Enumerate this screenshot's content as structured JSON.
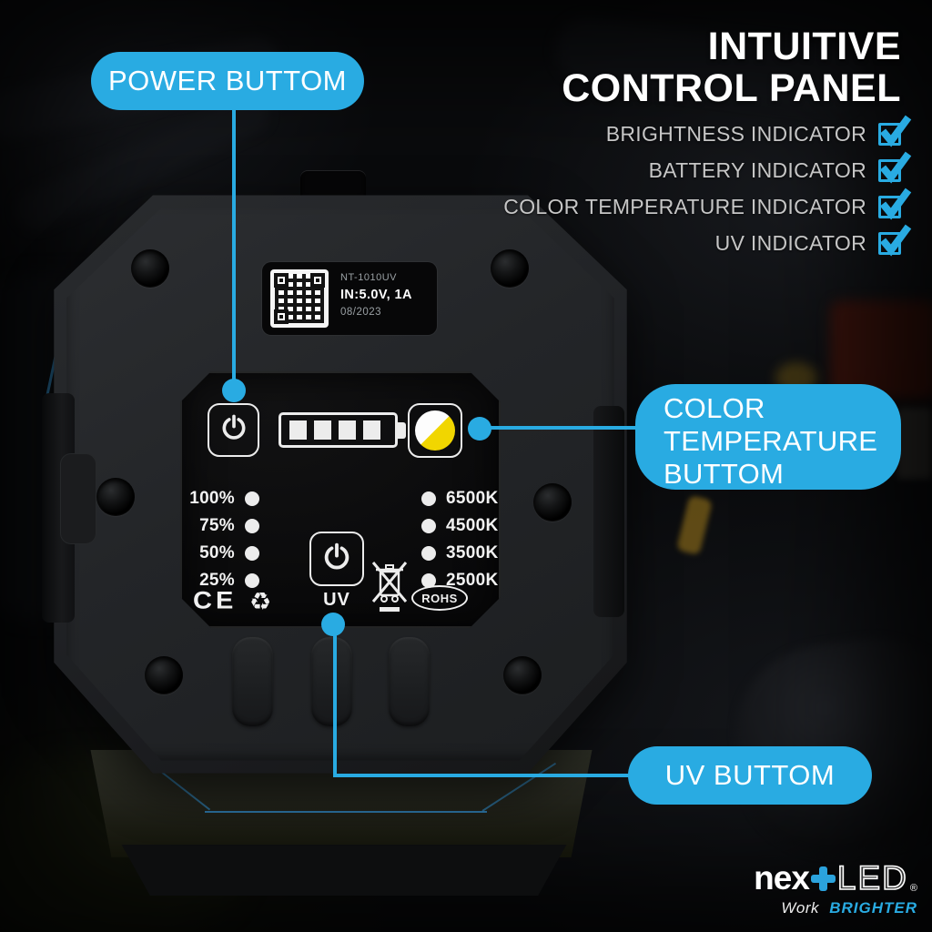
{
  "colors": {
    "accent": "#29abe2",
    "button_yellow": "#f1d600"
  },
  "heading": {
    "line1": "INTUITIVE",
    "line2": "CONTROL PANEL"
  },
  "features": [
    {
      "label": "BRIGHTNESS INDICATOR",
      "checked": true
    },
    {
      "label": "BATTERY INDICATOR",
      "checked": true
    },
    {
      "label": "COLOR TEMPERATURE INDICATOR",
      "checked": true
    },
    {
      "label": "UV INDICATOR",
      "checked": true
    }
  ],
  "callouts": {
    "power": "POWER BUTTOM",
    "color_temp": {
      "line1": "COLOR",
      "line2": "TEMPERATURE",
      "line3": "BUTTOM"
    },
    "uv": "UV BUTTOM"
  },
  "device": {
    "label": {
      "model": "NT-1010UV",
      "input": "IN:5.0V, 1A",
      "date": "08/2023"
    },
    "panel": {
      "brightness_levels": [
        "100%",
        "75%",
        "50%",
        "25%"
      ],
      "color_temps": [
        "6500K",
        "4500K",
        "3500K",
        "2500K"
      ],
      "uv_label": "UV",
      "ce_label": "CE",
      "recycle_symbol": "♻",
      "rohs_label": "ROHS"
    }
  },
  "logo": {
    "brand_bold": "nex",
    "brand_outline": "LED",
    "registered": "®",
    "tagline_regular": "Work",
    "tagline_bold": "BRIGHTER"
  }
}
